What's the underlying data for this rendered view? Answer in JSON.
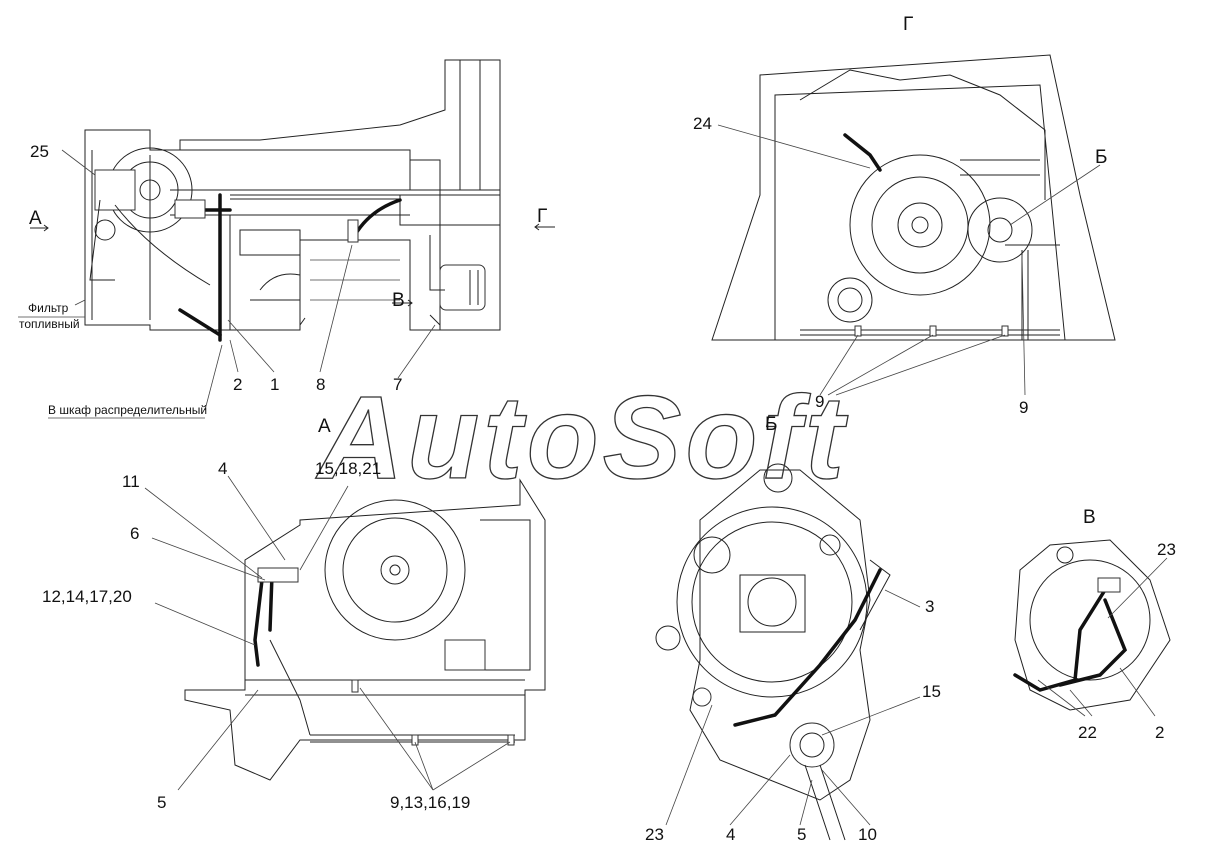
{
  "view_titles": {
    "A": "А",
    "B": "Б",
    "V": "В",
    "G": "Г"
  },
  "section_marks": {
    "A": "А",
    "G": "Г",
    "V": "В",
    "B": "Б"
  },
  "notes": {
    "fuel_filter_line1": "Фильтр",
    "fuel_filter_line2": "топливный",
    "to_cabinet": "В шкаф распределительный"
  },
  "main_view_labels": {
    "p25": "25",
    "p2": "2",
    "p1": "1",
    "p8": "8",
    "p7": "7"
  },
  "view_g_labels": {
    "p24": "24",
    "p9a": "9",
    "p9b": "9"
  },
  "view_a_labels": {
    "p11": "11",
    "p4": "4",
    "p15_18_21": "15,18,21",
    "p6": "6",
    "p12_14_17_20": "12,14,17,20",
    "p5": "5",
    "p9_13_16_19": "9,13,16,19"
  },
  "view_b_labels": {
    "p3": "3",
    "p15": "15",
    "p23": "23",
    "p4": "4",
    "p5": "5",
    "p10": "10"
  },
  "view_v_labels": {
    "p23": "23",
    "p22": "22",
    "p2": "2"
  },
  "watermark": "AutoSoft"
}
